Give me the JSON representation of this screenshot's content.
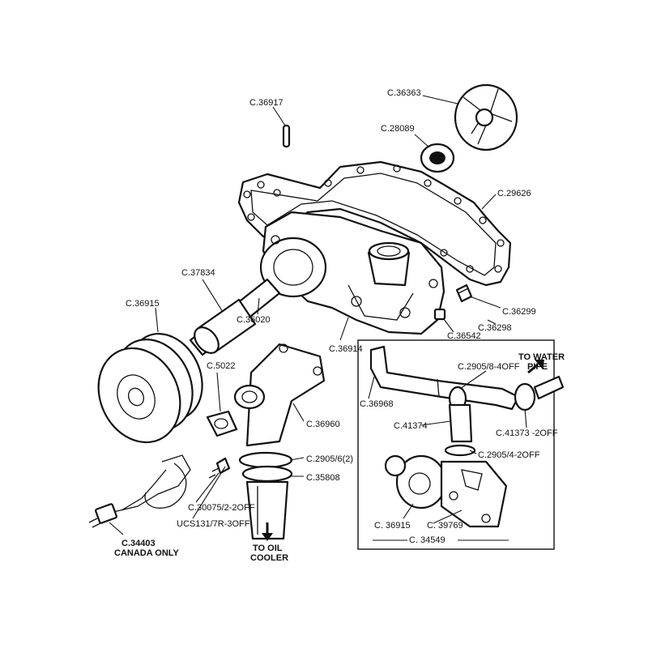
{
  "labels": {
    "c36363": "C.36363",
    "c36917": "C.36917",
    "c28089": "C.28089",
    "c29626": "C.29626",
    "c37834": "C.37834",
    "c36915": "C.36915",
    "c36020": "C.36020",
    "c36299": "C.36299",
    "c36298": "C.36298",
    "c36542": "C.36542",
    "c36914": "C.36914",
    "c5022": "C.5022",
    "c36960": "C.36960",
    "c29056": "C.2905/6(2)",
    "c35808": "C.35808",
    "c30075": "C.30075/2-2OFF",
    "ucs": "UCS131/7R-3OFF",
    "c34403": "C.34403",
    "canada": "CANADA ONLY",
    "oil1": "TO OIL",
    "oil2": "COOLER",
    "c36968": "C.36968",
    "c29058": "C.2905/8-4OFF",
    "water1": "TO WATER",
    "water2": "PIPE",
    "c41373": "C.41373 -2OFF",
    "c41374": "C.41374",
    "c29054": "C.2905/4-2OFF",
    "c36915b": "C. 36915",
    "c39769": "C. 39769",
    "c34549": "C. 34549"
  }
}
